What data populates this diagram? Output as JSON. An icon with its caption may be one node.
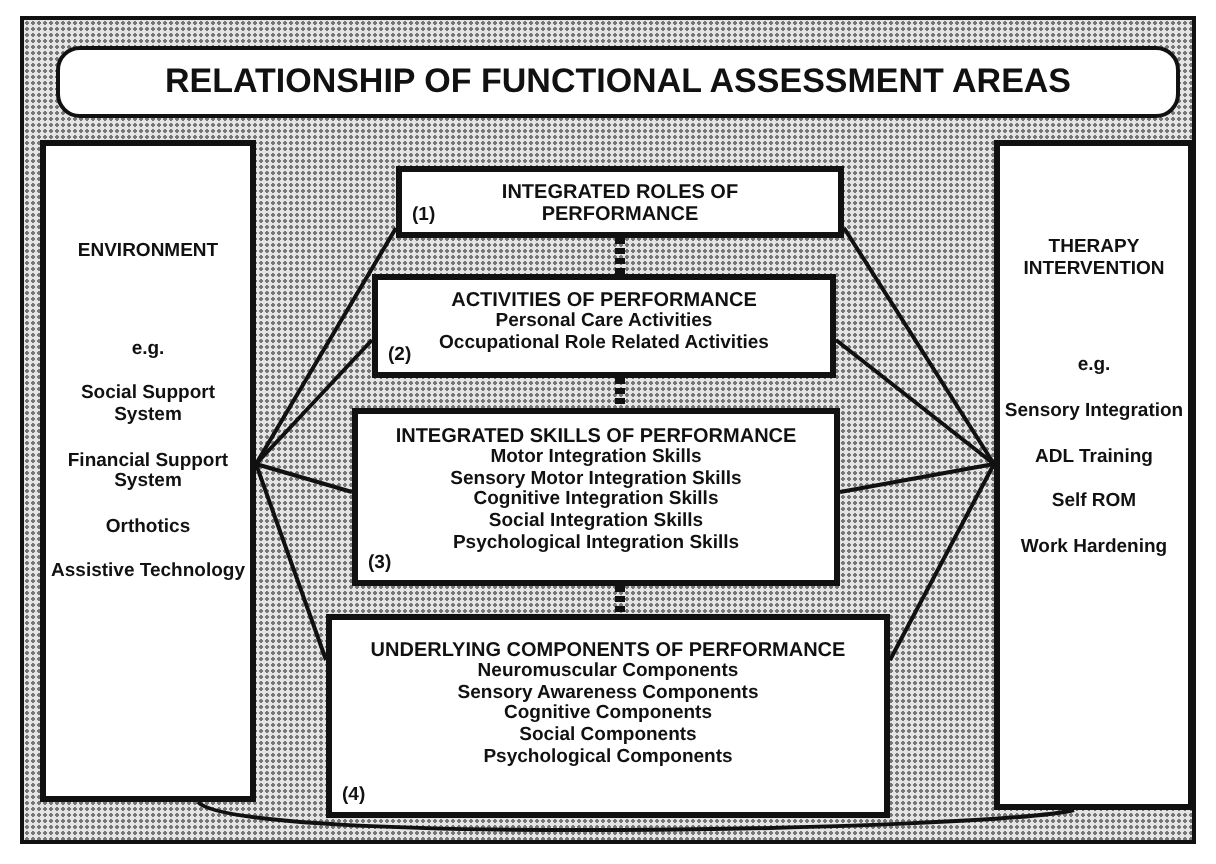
{
  "diagram": {
    "nodes": [
      {
        "text": [
          "RELATIONSHIP OF FUNCTIONAL ASSESSMENT AREAS"
        ]
      },
      {
        "text": [
          "ENVIRONMENT",
          "e.g.",
          "Social Support System",
          "Financial Support System",
          "Orthotics",
          "Assistive Technology"
        ]
      },
      {
        "text": [
          "(1)",
          "INTEGRATED ROLES OF PERFORMANCE"
        ]
      },
      {
        "text": [
          "ACTIVITIES OF PERFORMANCE",
          "Personal Care Activities",
          "Occupational Role Related Activities",
          "(2)"
        ]
      },
      {
        "text": [
          "INTEGRATED SKILLS OF PERFORMANCE",
          "Motor Integration Skills",
          "Sensory Motor Integration Skills",
          "Cognitive Integration Skills",
          "Social Integration Skills",
          "Psychological Integration Skills",
          "(3)"
        ]
      },
      {
        "text": [
          "UNDERLYING COMPONENTS OF PERFORMANCE",
          "Neuromuscular Components",
          "Sensory Awareness Components",
          "Cognitive Components",
          "Social Components",
          "Psychological Components",
          "(4)"
        ]
      },
      {
        "text": [
          "THERAPY INTERVENTION",
          "e.g.",
          "Sensory Integration",
          "ADL Training",
          "Self ROM",
          "Work Hardening"
        ]
      }
    ],
    "edges": [
      {
        "from": 1,
        "to": 2,
        "arrow": "none"
      },
      {
        "from": 1,
        "to": 3,
        "arrow": "none"
      },
      {
        "from": 1,
        "to": 4,
        "arrow": "none"
      },
      {
        "from": 1,
        "to": 5,
        "arrow": "none"
      },
      {
        "from": 2,
        "to": 6,
        "arrow": "none"
      },
      {
        "from": 3,
        "to": 6,
        "arrow": "none"
      },
      {
        "from": 4,
        "to": 6,
        "arrow": "none"
      },
      {
        "from": 5,
        "to": 6,
        "arrow": "none"
      },
      {
        "from": 2,
        "to": 3,
        "arrow": "none",
        "style": "dashed"
      },
      {
        "from": 3,
        "to": 4,
        "arrow": "none",
        "style": "dashed"
      },
      {
        "from": 4,
        "to": 5,
        "arrow": "none",
        "style": "dashed"
      },
      {
        "from": 1,
        "to": 6,
        "arrow": "none"
      }
    ]
  }
}
